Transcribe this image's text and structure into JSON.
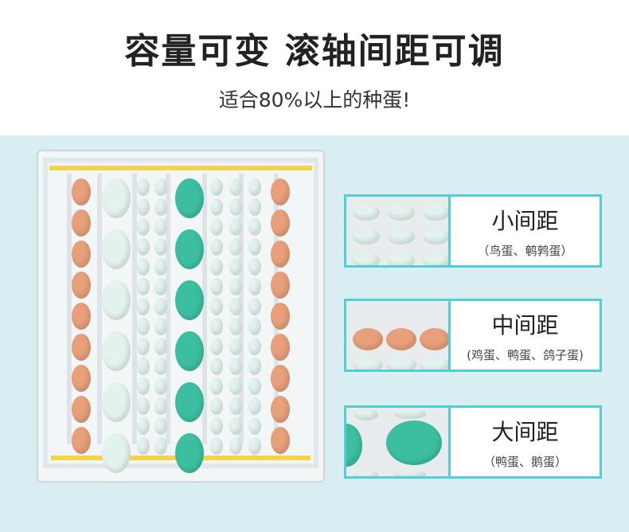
{
  "headline": "容量可变  滚轴间距可调",
  "subline": "适合80%以上的种蛋!",
  "cards": [
    {
      "title": "小间距",
      "note": "（鸟蛋、鹌鹑蛋）"
    },
    {
      "title": "中间距",
      "note": "(鸡蛋、鸭蛋、鸽子蛋)"
    },
    {
      "title": "大间距",
      "note": "（鸭蛋、鹅蛋）"
    }
  ],
  "colors": {
    "band": "#d8eef2",
    "accent_border": "#4fd0d6",
    "orange_egg": "#e8a07a",
    "pale_egg": "#e4f2ee",
    "teal_egg": "#3cbfa1",
    "rail_yellow": "#f2d54d"
  }
}
